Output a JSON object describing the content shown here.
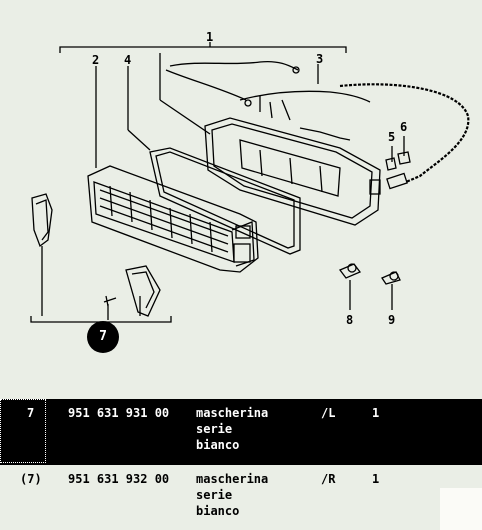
{
  "diagram": {
    "callouts": [
      "1",
      "2",
      "3",
      "4",
      "5",
      "6",
      "7",
      "8",
      "9"
    ],
    "selected_badge": "7"
  },
  "parts": [
    {
      "ref": "7",
      "part_number": "951 631 931 00",
      "description": "mascherina\nserie\nbianco",
      "side": "/L",
      "qty": "1",
      "selected": true
    },
    {
      "ref": "(7)",
      "part_number": "951 631 932 00",
      "description": "mascherina\nserie\nbianco",
      "side": "/R",
      "qty": "1",
      "selected": false
    }
  ]
}
